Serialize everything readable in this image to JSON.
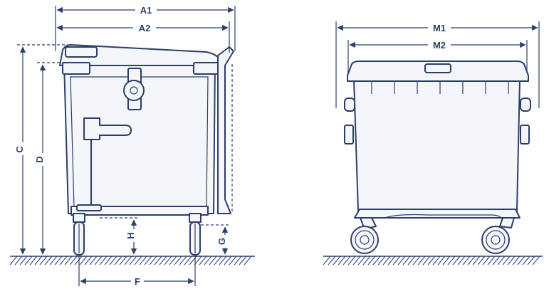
{
  "labels": {
    "A1": "A1",
    "A2": "A2",
    "C": "C",
    "D": "D",
    "H": "H",
    "G": "G",
    "F": "F",
    "M1": "M1",
    "M2": "M2"
  },
  "colors": {
    "line": "#2b3f6b",
    "fill": "#f4f6fa",
    "background": "#ffffff"
  }
}
